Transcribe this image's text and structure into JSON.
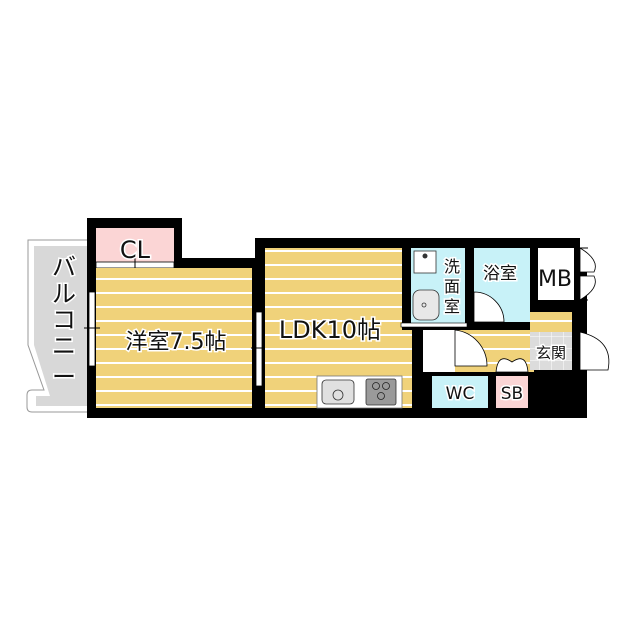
{
  "rooms": {
    "balcony": {
      "label": "バルコニー",
      "chars": [
        "バ",
        "ル",
        "コ",
        "ニ",
        "ー"
      ]
    },
    "closet": {
      "label": "CL"
    },
    "western_room": {
      "label": "洋室7.5帖"
    },
    "ldk": {
      "label": "LDK10帖"
    },
    "washroom": {
      "label": "洗面室",
      "chars": [
        "洗",
        "面",
        "室"
      ]
    },
    "bathroom": {
      "label": "浴室"
    },
    "meter_box": {
      "label": "MB"
    },
    "entrance": {
      "label": "玄関"
    },
    "toilet": {
      "label": "WC"
    },
    "shoe_box": {
      "label": "SB"
    }
  },
  "colors": {
    "wall": "#000000",
    "floor_wood": "#f0d27a",
    "floor_line": "#ffffff",
    "closet": "#fbd5d5",
    "shoe_box": "#fbd5d5",
    "wet_area": "#c8f2f8",
    "balcony": "#d8d8d8",
    "entrance": "#d9d9d9"
  }
}
